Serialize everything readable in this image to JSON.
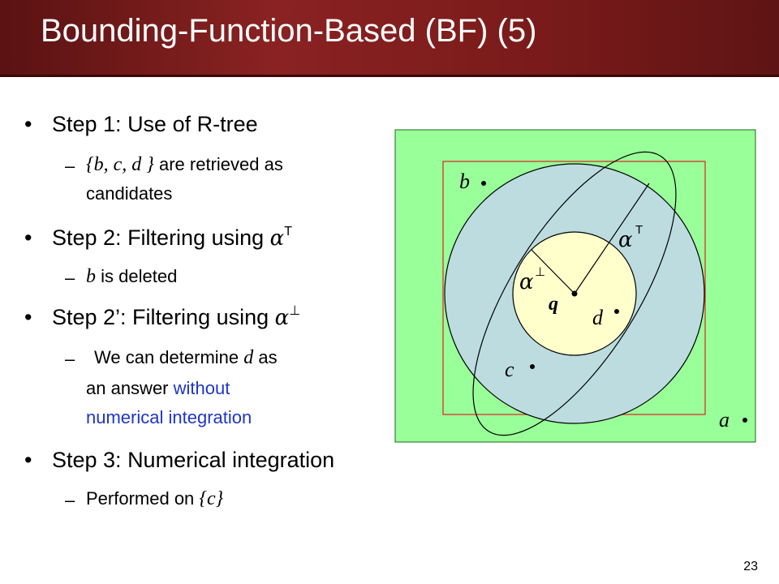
{
  "slide": {
    "title": "Bounding-Function-Based (BF) (5)",
    "page_number": "23"
  },
  "bullets": {
    "step1": "Step 1: Use of R-tree",
    "step1_sub_set": "{b, c, d }",
    "step1_sub_text1": "are retrieved as",
    "step1_sub_text2": "candidates",
    "step2": "Step 2: Filtering using",
    "step2_alpha": "α",
    "step2_mark": "T",
    "step2_sub_var": "b",
    "step2_sub_text": "is deleted",
    "step2p": "Step 2’: Filtering using",
    "step2p_alpha": "α",
    "step2p_mark": "⊥",
    "step2p_sub_text1": "We can determine",
    "step2p_sub_var": "d",
    "step2p_sub_text2": "as",
    "step2p_sub_text3": "an answer",
    "step2p_sub_blue1": "without",
    "step2p_sub_blue2": "numerical integration",
    "step3": "Step 3: Numerical integration",
    "step3_sub_text": "Performed on",
    "step3_sub_set": "{c}"
  },
  "diagram": {
    "label_a": "a",
    "label_b": "b",
    "label_c": "c",
    "label_d": "d",
    "label_q": "q",
    "alpha_top": "α",
    "alpha_top_mark": "T",
    "alpha_bottom": "α",
    "alpha_bottom_mark": "⊥",
    "colors": {
      "outer_square": "#99ff99",
      "mbr_border": "#e02020",
      "big_circle": "#bcdce0",
      "small_circle": "#ffffcc"
    }
  }
}
